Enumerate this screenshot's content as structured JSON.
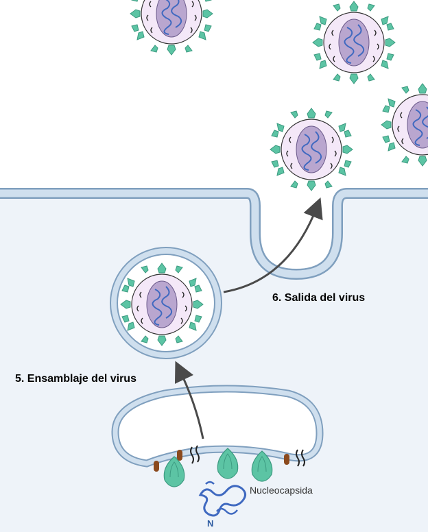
{
  "labels": {
    "step6": "6. Salida del virus",
    "step5": "5. Ensamblaje del virus",
    "nucleocapsid": "Nucleocapsida",
    "n_protein": "N"
  },
  "colors": {
    "cell_fill": "#eef3f9",
    "membrane": "#aac4df",
    "membrane_edge": "#7f9fbe",
    "spike": "#5cc4a4",
    "spike_dark": "#3c9a80",
    "virion_core": "#b9a6cf",
    "virion_halo": "#f3e6f7",
    "rna": "#3f69c0",
    "arrow": "#4a4a4a",
    "e_protein": "#8b4a1e"
  },
  "icons": [
    "virion-icon",
    "spike-protein-icon",
    "membrane-protein-icon",
    "nucleocapsid-icon",
    "arrow-icon"
  ]
}
